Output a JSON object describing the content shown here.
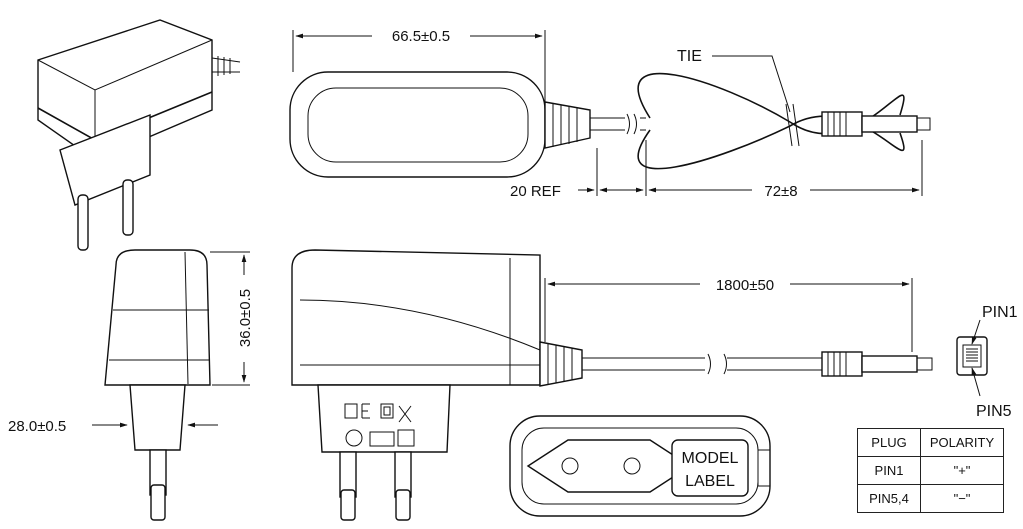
{
  "dimensions": {
    "width_top": "66.5±0.5",
    "cable_ref": "20 REF",
    "cable_loop": "72±8",
    "cable_length": "1800±50",
    "height": "36.0±0.5",
    "depth": "28.0±0.5"
  },
  "labels": {
    "tie": "TIE",
    "pin1": "PIN1",
    "pin5": "PIN5",
    "model_label_line1": "MODEL",
    "model_label_line2": "LABEL"
  },
  "polarity_table": {
    "headers": [
      "PLUG",
      "POLARITY"
    ],
    "rows": [
      [
        "PIN1",
        "\"+\""
      ],
      [
        "PIN5,4",
        "\"−\""
      ]
    ]
  }
}
